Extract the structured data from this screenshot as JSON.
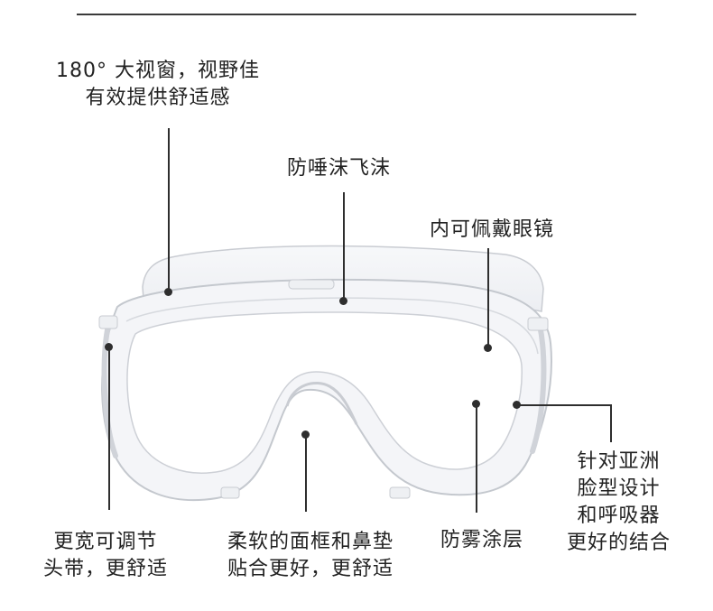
{
  "labels": {
    "wide_view": {
      "line1": "180° 大视窗，视野佳",
      "line2": "有效提供舒适感"
    },
    "anti_splash": "防唾沫飞沫",
    "glasses": "内可佩戴眼镜",
    "strap": {
      "line1": "更宽可调节",
      "line2": "头带，更舒适"
    },
    "frame": {
      "line1": "柔软的面框和鼻垫",
      "line2": "贴合更好，更舒适"
    },
    "anti_fog": "防雾涂层",
    "asian_fit": {
      "line1": "针对亚洲",
      "line2": "脸型设计",
      "line3": "和呼吸器",
      "line4": "更好的结合"
    }
  },
  "colors": {
    "text": "#222222",
    "lines": "#2e2e2e",
    "goggle_outline": "#c9ccd2",
    "goggle_fill": "#f2f4f7"
  }
}
